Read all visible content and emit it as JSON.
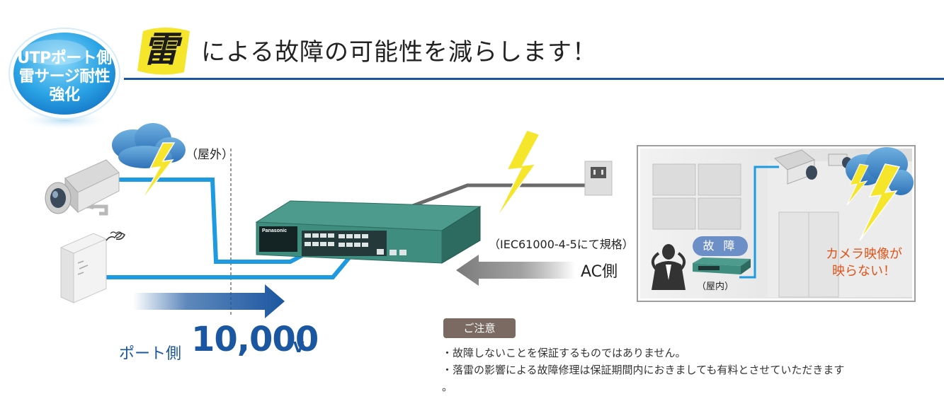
{
  "badge": {
    "line1": "UTPポート側",
    "line2": "雷サージ耐性",
    "line3": "強化"
  },
  "header": {
    "kanji": "雷",
    "headline": "による故障の可能性を減らします！"
  },
  "labels": {
    "outdoor": "（屋外）",
    "standard": "（IEC61000-4-5にて規格）",
    "ac_side": "AC側",
    "port_side": "ポート側",
    "voltage_value": "10,000",
    "voltage_unit": "V",
    "switch_brand": "Panasonic"
  },
  "indoor_panel": {
    "fault": "故 障",
    "indoor": "（屋内）",
    "camera_fail_line1": "カメラ映像が",
    "camera_fail_line2": "映らない！"
  },
  "notes": {
    "title": "ご注意",
    "items": [
      "・故障しないことを保証するものではありません。",
      "・落雷の影響による故障修理は保証期間内におきましても有料とさせていただきます",
      "。"
    ]
  },
  "colors": {
    "cable_blue": "#1e9ae0",
    "accent_blue": "#1b56a0",
    "lightning_yellow": "#f5e52b",
    "switch_teal": "#3f8d7f",
    "warning_orange": "#e0541a"
  },
  "icons": [
    "cloud-icon",
    "lightning-icon",
    "camera-icon",
    "access-point-icon",
    "switch-icon",
    "outlet-icon",
    "arrow-icon",
    "person-icon",
    "monitor-icon"
  ]
}
